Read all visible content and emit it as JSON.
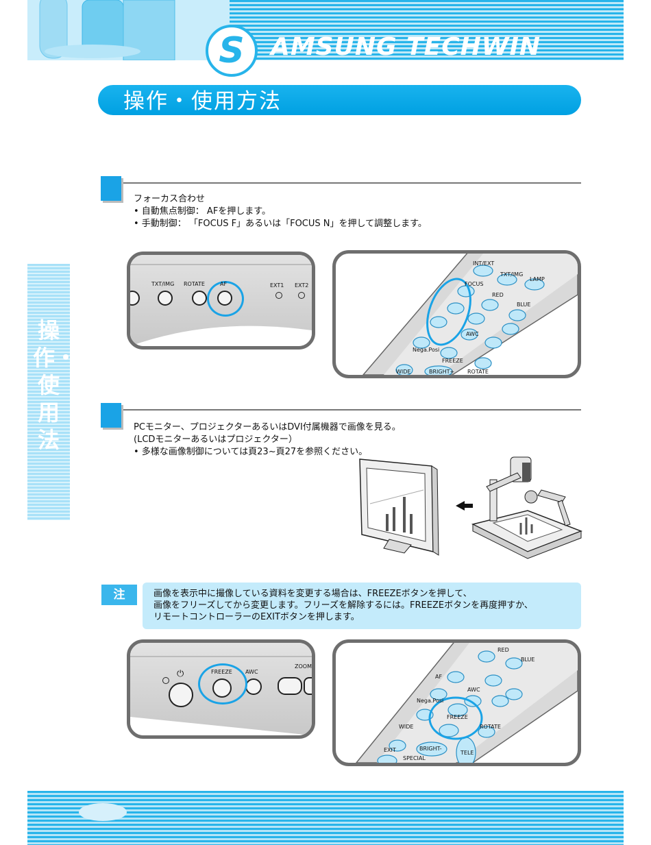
{
  "header": {
    "brand_text": "AMSUNG TECHWIN",
    "brand_mark": "S"
  },
  "title": "操作・使用方法",
  "side_tab": "操作・使用法",
  "section1": {
    "heading": "フォーカス合わせ",
    "bullets": [
      "• 自動焦点制御： AFを押します。",
      "• 手動制御： 「FOCUS F」あるいは「FOCUS N」を押して調整します。"
    ],
    "panel_labels": [
      "TXT/IMG",
      "ROTATE",
      "AF",
      "EXT1",
      "EXT2"
    ],
    "remote_labels": [
      "INT/EXT",
      "TXT/IMG",
      "LAMP",
      "FOCUS",
      "RED",
      "BLUE",
      "AWC",
      "Nega.Posi",
      "FREEZE",
      "ROTATE",
      "WIDE",
      "BRIGHT+"
    ]
  },
  "section2": {
    "line1": "PCモニター、プロジェクターあるいはDVI付属機器で画像を見る。",
    "line2": "(LCDモニターあるいはプロジェクター）",
    "line3": "• 多様な画像制御については頁23~頁27を参照ください。"
  },
  "note": {
    "tag": "注",
    "lines": [
      "画像を表示中に撮像している資料を変更する場合は、FREEZEボタンを押して、",
      "画像をフリーズしてから変更します。フリーズを解除するには。FREEZEボタンを再度押すか、",
      "リモートコントローラーのEXITボタンを押します。"
    ]
  },
  "bottom": {
    "panel_labels": [
      "FREEZE",
      "AWC",
      "ZOOM"
    ],
    "remote_labels": [
      "RED",
      "BLUE",
      "AF",
      "AWC",
      "Nega.Posi",
      "FREEZE",
      "ROTATE",
      "WIDE",
      "EXIT",
      "BRIGHT-",
      "TELE",
      "SPECIAL"
    ]
  },
  "colors": {
    "accent": "#1aa3e6",
    "frame": "#6e6e6e",
    "note_bg": "#c4ebfb"
  }
}
